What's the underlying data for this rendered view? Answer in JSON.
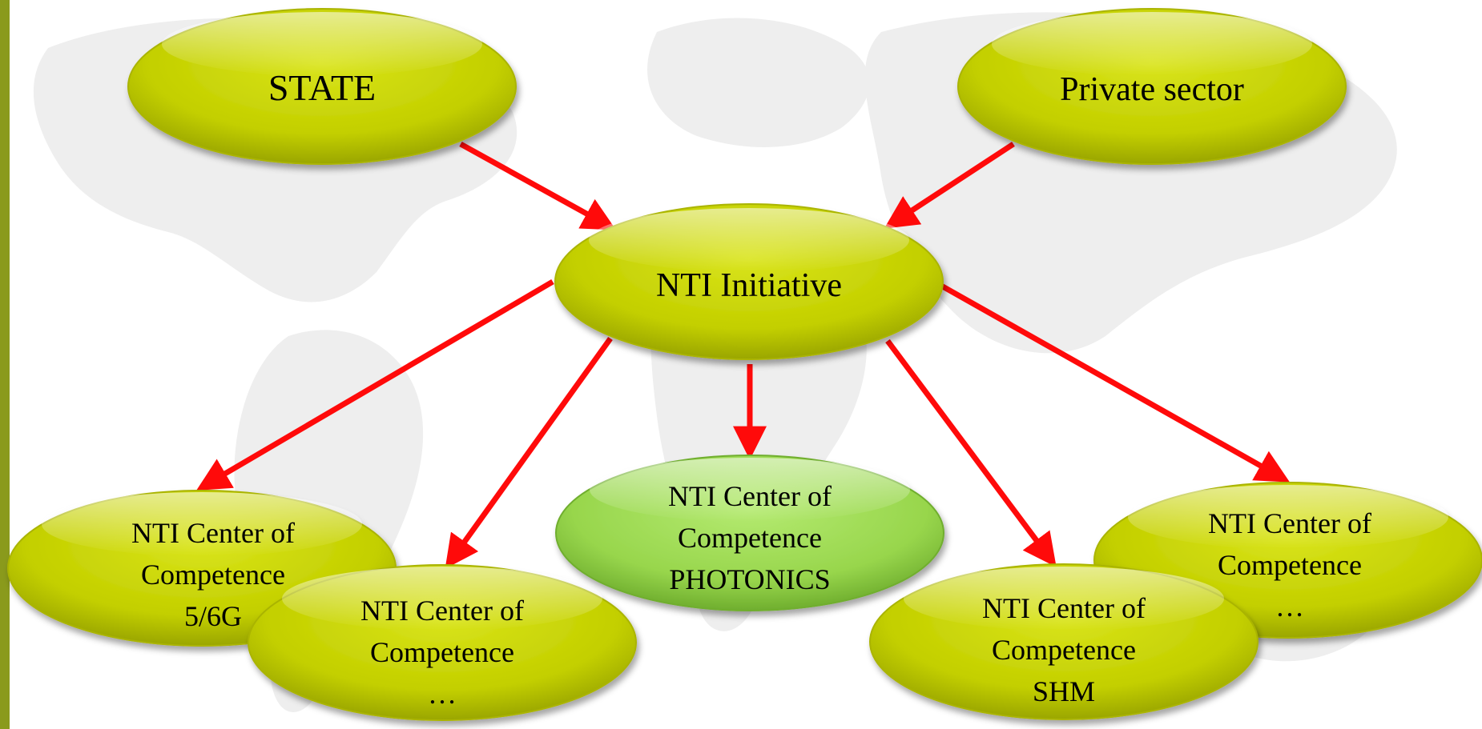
{
  "colors": {
    "node_fill": "#c8d400",
    "node_fill_highlight": "#9ad850",
    "arrow": "#ff0a0a",
    "side_bar": "#8a9a1c",
    "map": "#eeeeee"
  },
  "nodes": {
    "state": {
      "label": "STATE"
    },
    "private": {
      "label": "Private sector"
    },
    "nti": {
      "label": "NTI Initiative"
    },
    "c56g": {
      "lines": [
        "NTI Center of",
        "Competence",
        "5/6G"
      ]
    },
    "cdots1": {
      "lines": [
        "NTI Center of",
        "Competence",
        "…"
      ]
    },
    "photonics": {
      "lines": [
        "NTI Center of",
        "Competence",
        "PHOTONICS"
      ]
    },
    "shm": {
      "lines": [
        "NTI Center of",
        "Competence",
        "SHM"
      ]
    },
    "cdots2": {
      "lines": [
        "NTI Center of",
        "Competence",
        "…"
      ]
    }
  },
  "edges": [
    {
      "from": "STATE",
      "to": "NTI Initiative"
    },
    {
      "from": "Private sector",
      "to": "NTI Initiative"
    },
    {
      "from": "NTI Initiative",
      "to": "NTI Center of Competence 5/6G"
    },
    {
      "from": "NTI Initiative",
      "to": "NTI Center of Competence …"
    },
    {
      "from": "NTI Initiative",
      "to": "NTI Center of Competence PHOTONICS"
    },
    {
      "from": "NTI Initiative",
      "to": "NTI Center of Competence SHM"
    },
    {
      "from": "NTI Initiative",
      "to": "NTI Center of Competence …"
    }
  ]
}
